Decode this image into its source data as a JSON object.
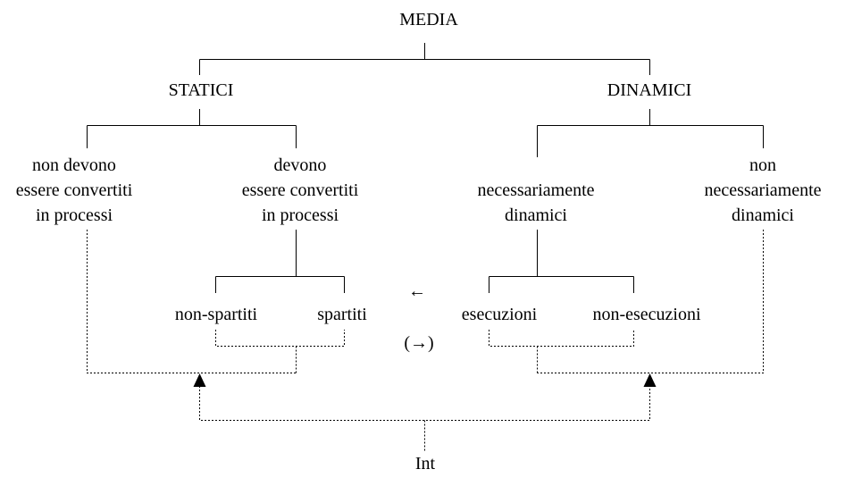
{
  "diagram": {
    "root": {
      "label": "MEDIA"
    },
    "statici": {
      "label": "STATICI",
      "children": [
        {
          "lines": [
            "non devono",
            "essere convertiti",
            "in processi"
          ]
        },
        {
          "lines": [
            "devono",
            "essere convertiti",
            "in processi"
          ]
        }
      ],
      "subchildren": [
        {
          "label": "non-spartiti"
        },
        {
          "label": "spartiti"
        }
      ]
    },
    "dinamici": {
      "label": "DINAMICI",
      "children": [
        {
          "lines": [
            "necessariamente",
            "dinamici"
          ]
        },
        {
          "lines": [
            "non",
            "necessariamente",
            "dinamici"
          ]
        }
      ],
      "subchildren": [
        {
          "label": "esecuzioni"
        },
        {
          "label": "non-esecuzioni"
        }
      ]
    },
    "relation": {
      "left_arrow": "←",
      "right_arrow": "(→)"
    },
    "int": {
      "label": "Int"
    }
  }
}
